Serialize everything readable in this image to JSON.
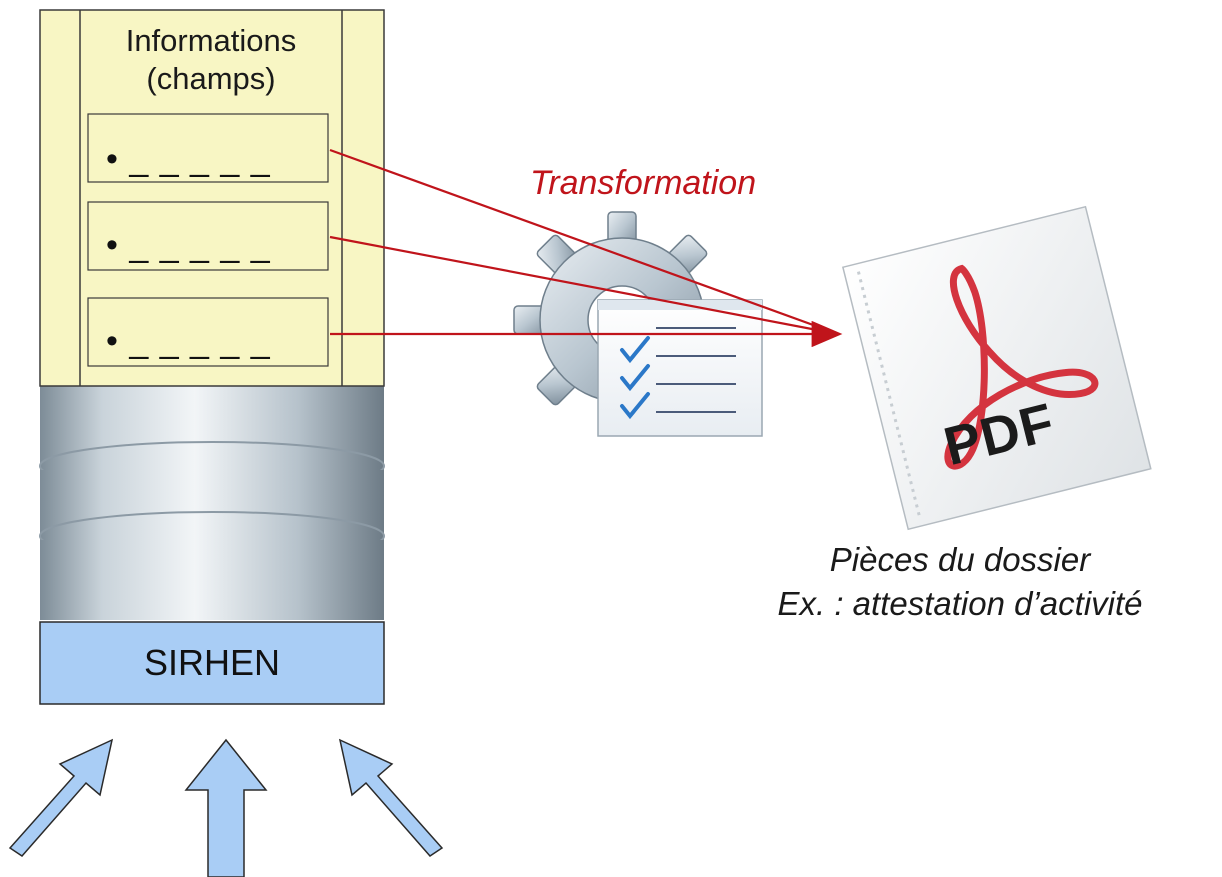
{
  "source": {
    "panel_title_line1": "Informations",
    "panel_title_line2": "(champs)",
    "field_placeholder": "• _ _ _ _ _",
    "field_count": 3,
    "system_name": "SIRHEN"
  },
  "process": {
    "label": "Transformation",
    "icon": "gear-checklist-icon"
  },
  "output": {
    "icon": "pdf-document-icon",
    "badge_text": "PDF",
    "caption_line1": "Pièces du dossier",
    "caption_line2": "Ex. : attestation d’activité"
  },
  "inputs": {
    "arrow_count": 3,
    "icon": "up-arrow-icon"
  },
  "colors": {
    "panel_fill": "#f8f6c4",
    "system_box_fill": "#a9cdf5",
    "arrow_fill": "#a9cdf5",
    "connector_red": "#c0141b",
    "label_red": "#c0141b"
  }
}
